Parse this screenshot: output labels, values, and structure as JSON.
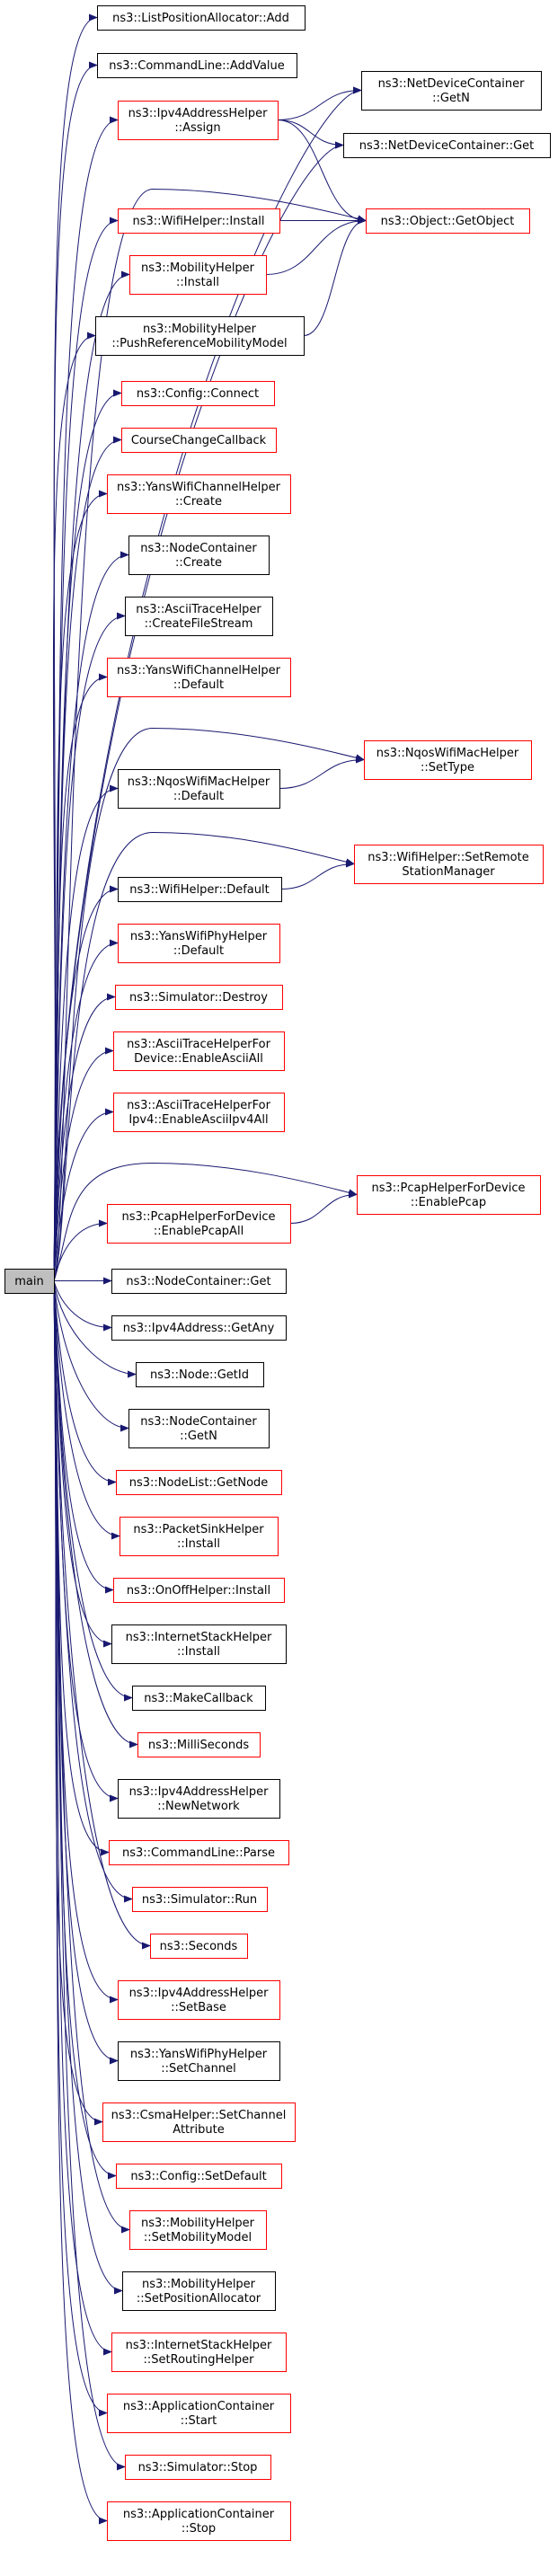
{
  "root": {
    "label": "main",
    "fill": "#bfbfbf"
  },
  "colors": {
    "edge": "#191970",
    "black_border": "#000000",
    "red_border": "#ff0000",
    "node_fill": "#ffffff"
  },
  "nodes": [
    {
      "id": "listpos_add",
      "lines": [
        "ns3::ListPositionAllocator::Add"
      ],
      "border": "black"
    },
    {
      "id": "cmd_addvalue",
      "lines": [
        "ns3::CommandLine::AddValue"
      ],
      "border": "black"
    },
    {
      "id": "ipv4addr_assign",
      "lines": [
        "ns3::Ipv4AddressHelper",
        "::Assign"
      ],
      "border": "red"
    },
    {
      "id": "ndc_getn",
      "lines": [
        "ns3::NetDeviceContainer",
        "::GetN"
      ],
      "border": "black"
    },
    {
      "id": "ndc_get",
      "lines": [
        "ns3::NetDeviceContainer::Get"
      ],
      "border": "black"
    },
    {
      "id": "wifi_install",
      "lines": [
        "ns3::WifiHelper::Install"
      ],
      "border": "red"
    },
    {
      "id": "object_getobject",
      "lines": [
        "ns3::Object::GetObject"
      ],
      "border": "red"
    },
    {
      "id": "mobility_install",
      "lines": [
        "ns3::MobilityHelper",
        "::Install"
      ],
      "border": "red"
    },
    {
      "id": "mobility_pushref",
      "lines": [
        "ns3::MobilityHelper",
        "::PushReferenceMobilityModel"
      ],
      "border": "black"
    },
    {
      "id": "config_connect",
      "lines": [
        "ns3::Config::Connect"
      ],
      "border": "red"
    },
    {
      "id": "course_change",
      "lines": [
        "CourseChangeCallback"
      ],
      "border": "red"
    },
    {
      "id": "yanschan_create",
      "lines": [
        "ns3::YansWifiChannelHelper",
        "::Create"
      ],
      "border": "red"
    },
    {
      "id": "nodecont_create",
      "lines": [
        "ns3::NodeContainer",
        "::Create"
      ],
      "border": "black"
    },
    {
      "id": "ascii_createfile",
      "lines": [
        "ns3::AsciiTraceHelper",
        "::CreateFileStream"
      ],
      "border": "black"
    },
    {
      "id": "yanschan_default",
      "lines": [
        "ns3::YansWifiChannelHelper",
        "::Default"
      ],
      "border": "red"
    },
    {
      "id": "nqos_settype",
      "lines": [
        "ns3::NqosWifiMacHelper",
        "::SetType"
      ],
      "border": "red"
    },
    {
      "id": "nqos_default",
      "lines": [
        "ns3::NqosWifiMacHelper",
        "::Default"
      ],
      "border": "black"
    },
    {
      "id": "wifi_setremote",
      "lines": [
        "ns3::WifiHelper::SetRemote",
        "StationManager"
      ],
      "border": "red"
    },
    {
      "id": "wifi_default",
      "lines": [
        "ns3::WifiHelper::Default"
      ],
      "border": "black"
    },
    {
      "id": "yansphy_default",
      "lines": [
        "ns3::YansWifiPhyHelper",
        "::Default"
      ],
      "border": "red"
    },
    {
      "id": "sim_destroy",
      "lines": [
        "ns3::Simulator::Destroy"
      ],
      "border": "red"
    },
    {
      "id": "ascii_enableall",
      "lines": [
        "ns3::AsciiTraceHelperFor",
        "Device::EnableAsciiAll"
      ],
      "border": "red"
    },
    {
      "id": "ascii_ipv4all",
      "lines": [
        "ns3::AsciiTraceHelperFor",
        "Ipv4::EnableAsciiIpv4All"
      ],
      "border": "red"
    },
    {
      "id": "pcapdev_enable",
      "lines": [
        "ns3::PcapHelperForDevice",
        "::EnablePcap"
      ],
      "border": "red"
    },
    {
      "id": "pcapdev_enableall",
      "lines": [
        "ns3::PcapHelperForDevice",
        "::EnablePcapAll"
      ],
      "border": "red"
    },
    {
      "id": "nodecont_get",
      "lines": [
        "ns3::NodeContainer::Get"
      ],
      "border": "black"
    },
    {
      "id": "ipv4_getany",
      "lines": [
        "ns3::Ipv4Address::GetAny"
      ],
      "border": "black"
    },
    {
      "id": "node_getid",
      "lines": [
        "ns3::Node::GetId"
      ],
      "border": "black"
    },
    {
      "id": "nodecont_getn",
      "lines": [
        "ns3::NodeContainer",
        "::GetN"
      ],
      "border": "black"
    },
    {
      "id": "nodelist_getnode",
      "lines": [
        "ns3::NodeList::GetNode"
      ],
      "border": "red"
    },
    {
      "id": "packetsink_install",
      "lines": [
        "ns3::PacketSinkHelper",
        "::Install"
      ],
      "border": "red"
    },
    {
      "id": "onoff_install",
      "lines": [
        "ns3::OnOffHelper::Install"
      ],
      "border": "red"
    },
    {
      "id": "inetstack_install",
      "lines": [
        "ns3::InternetStackHelper",
        "::Install"
      ],
      "border": "black"
    },
    {
      "id": "makecallback",
      "lines": [
        "ns3::MakeCallback"
      ],
      "border": "black"
    },
    {
      "id": "milliseconds",
      "lines": [
        "ns3::MilliSeconds"
      ],
      "border": "red"
    },
    {
      "id": "ipv4addr_newnet",
      "lines": [
        "ns3::Ipv4AddressHelper",
        "::NewNetwork"
      ],
      "border": "black"
    },
    {
      "id": "cmd_parse",
      "lines": [
        "ns3::CommandLine::Parse"
      ],
      "border": "red"
    },
    {
      "id": "sim_run",
      "lines": [
        "ns3::Simulator::Run"
      ],
      "border": "red"
    },
    {
      "id": "seconds",
      "lines": [
        "ns3::Seconds"
      ],
      "border": "red"
    },
    {
      "id": "ipv4addr_setbase",
      "lines": [
        "ns3::Ipv4AddressHelper",
        "::SetBase"
      ],
      "border": "red"
    },
    {
      "id": "yansphy_setchannel",
      "lines": [
        "ns3::YansWifiPhyHelper",
        "::SetChannel"
      ],
      "border": "black"
    },
    {
      "id": "csma_setchannelattr",
      "lines": [
        "ns3::CsmaHelper::SetChannel",
        "Attribute"
      ],
      "border": "red"
    },
    {
      "id": "config_setdefault",
      "lines": [
        "ns3::Config::SetDefault"
      ],
      "border": "red"
    },
    {
      "id": "mobility_setmodel",
      "lines": [
        "ns3::MobilityHelper",
        "::SetMobilityModel"
      ],
      "border": "red"
    },
    {
      "id": "mobility_setposalloc",
      "lines": [
        "ns3::MobilityHelper",
        "::SetPositionAllocator"
      ],
      "border": "black"
    },
    {
      "id": "inetstack_setrouting",
      "lines": [
        "ns3::InternetStackHelper",
        "::SetRoutingHelper"
      ],
      "border": "red"
    },
    {
      "id": "appcont_start",
      "lines": [
        "ns3::ApplicationContainer",
        "::Start"
      ],
      "border": "red"
    },
    {
      "id": "sim_stop",
      "lines": [
        "ns3::Simulator::Stop"
      ],
      "border": "red"
    },
    {
      "id": "appcont_stop",
      "lines": [
        "ns3::ApplicationContainer",
        "::Stop"
      ],
      "border": "red"
    }
  ],
  "secondary_edges": [
    [
      "ipv4addr_assign",
      "ndc_getn"
    ],
    [
      "ipv4addr_assign",
      "ndc_get"
    ],
    [
      "ipv4addr_assign",
      "object_getobject"
    ],
    [
      "wifi_install",
      "object_getobject"
    ],
    [
      "mobility_install",
      "object_getobject"
    ],
    [
      "mobility_pushref",
      "object_getobject"
    ],
    [
      "nqos_default",
      "nqos_settype"
    ],
    [
      "wifi_default",
      "wifi_setremote"
    ],
    [
      "pcapdev_enableall",
      "pcapdev_enable"
    ]
  ],
  "root_direct_edges": [
    "object_getobject",
    "nqos_settype",
    "wifi_setremote",
    "pcapdev_enable"
  ]
}
